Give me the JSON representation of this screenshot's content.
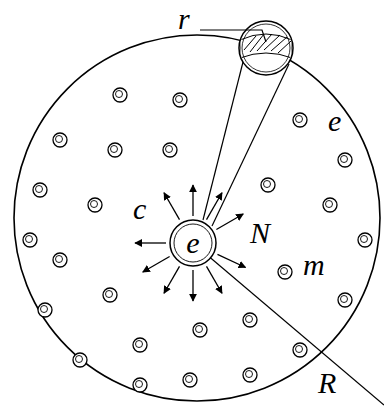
{
  "diagram": {
    "nodes": [
      {
        "text": [
          "e"
        ]
      }
    ],
    "labels": [
      "r",
      "e",
      "c",
      "N",
      "m",
      "R"
    ]
  }
}
